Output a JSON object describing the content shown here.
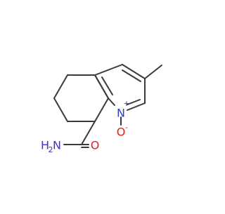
{
  "molecule": {
    "atoms": {
      "nitrogen_ring": "N",
      "nitrogen_charge": "+",
      "oxide_oxygen": "O",
      "oxide_charge": "-",
      "amide_nitrogen": "N",
      "amide_hydrogen": "H",
      "amide_subscript": "2",
      "carbonyl_oxygen": "O"
    },
    "colors": {
      "bond": "#3a3a3a",
      "nitrogen": "#2a3bd6",
      "oxygen": "#e0201b",
      "amide_nitrogen": "#3a3ab8"
    }
  }
}
